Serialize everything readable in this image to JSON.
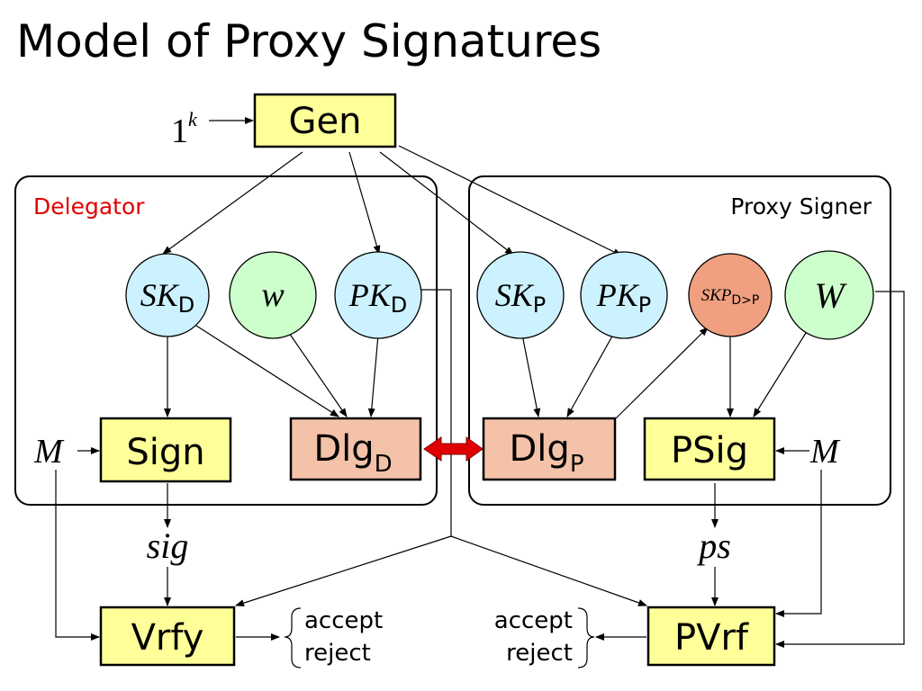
{
  "title": "Model of Proxy Signatures",
  "input_security": {
    "base": "1",
    "exp": "k"
  },
  "gen": {
    "label": "Gen"
  },
  "delegator": {
    "label": "Delegator"
  },
  "proxy_signer": {
    "label": "Proxy Signer"
  },
  "nodes": {
    "sk_d": {
      "main": "SK",
      "sub": "D"
    },
    "w_small": {
      "main": "w"
    },
    "pk_d": {
      "main": "PK",
      "sub": "D"
    },
    "sk_p": {
      "main": "SK",
      "sub": "P"
    },
    "pk_p": {
      "main": "PK",
      "sub": "P"
    },
    "skp": {
      "main": "SKP",
      "sub": "D>P"
    },
    "w_big": {
      "main": "W"
    }
  },
  "algorithms": {
    "sign": "Sign",
    "dlg_d": {
      "main": "Dlg",
      "sub": "D"
    },
    "dlg_p": {
      "main": "Dlg",
      "sub": "P"
    },
    "psig": "PSig",
    "vrfy": "Vrfy",
    "pvrf": "PVrf"
  },
  "messages": {
    "left": "M",
    "right": "M"
  },
  "outputs": {
    "sig": "sig",
    "ps": "ps"
  },
  "results": {
    "left": {
      "accept": "accept",
      "reject": "reject"
    },
    "right": {
      "accept": "accept",
      "reject": "reject"
    }
  },
  "colors": {
    "algorithm_fill": "#FFFF99",
    "dlg_fill": "#F4C2A8",
    "key_fill": "#CCF2FF",
    "secret_fill": "#CCFFCC",
    "skp_fill": "#F0A080",
    "delegator_label": "#E00000",
    "interaction_arrow": "#E00000"
  }
}
